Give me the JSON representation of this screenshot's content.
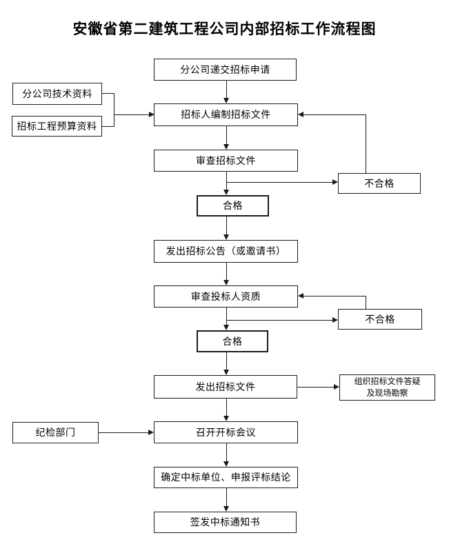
{
  "title": "安徽省第二建筑工程公司内部招标工作流程图",
  "colors": {
    "line": "#1a1a1a",
    "text": "#000000",
    "background": "#ffffff"
  },
  "flowchart": {
    "type": "flowchart",
    "nodes": {
      "submit": {
        "label": "分公司递交招标申请"
      },
      "tech_data": {
        "label": "分公司技术资料"
      },
      "budget_data": {
        "label": "招标工程预算资料"
      },
      "prepare": {
        "label": "招标人编制招标文件"
      },
      "review_docs": {
        "label": "审查招标文件"
      },
      "fail_1": {
        "label": "不合格"
      },
      "pass_1": {
        "label": "合格"
      },
      "announce": {
        "label": "发出招标公告（或邀请书）"
      },
      "review_bidders": {
        "label": "审查投标人资质"
      },
      "fail_2": {
        "label": "不合格"
      },
      "pass_2": {
        "label": "合格"
      },
      "issue_docs": {
        "label": "发出招标文件"
      },
      "qa_survey": {
        "line1": "组织招标文件答疑",
        "line2": "及现场勘察"
      },
      "jijian": {
        "label": "纪检部门"
      },
      "meeting": {
        "label": "召开开标会议"
      },
      "determine": {
        "label": "确定中标单位、申报评标结论"
      },
      "notify": {
        "label": "签发中标通知书"
      }
    },
    "edges": [
      {
        "from": "submit",
        "to": "prepare"
      },
      {
        "from": "tech_data",
        "to": "prepare"
      },
      {
        "from": "budget_data",
        "to": "prepare"
      },
      {
        "from": "prepare",
        "to": "review_docs"
      },
      {
        "from": "review_docs",
        "to": "pass_1"
      },
      {
        "from": "review_docs",
        "to": "fail_1"
      },
      {
        "from": "fail_1",
        "to": "prepare",
        "note": "feedback"
      },
      {
        "from": "pass_1",
        "to": "announce"
      },
      {
        "from": "announce",
        "to": "review_bidders"
      },
      {
        "from": "review_bidders",
        "to": "pass_2"
      },
      {
        "from": "review_bidders",
        "to": "fail_2"
      },
      {
        "from": "fail_2",
        "to": "review_bidders",
        "note": "feedback"
      },
      {
        "from": "pass_2",
        "to": "issue_docs"
      },
      {
        "from": "issue_docs",
        "to": "qa_survey"
      },
      {
        "from": "issue_docs",
        "to": "meeting"
      },
      {
        "from": "jijian",
        "to": "meeting"
      },
      {
        "from": "meeting",
        "to": "determine"
      },
      {
        "from": "determine",
        "to": "notify"
      }
    ]
  }
}
